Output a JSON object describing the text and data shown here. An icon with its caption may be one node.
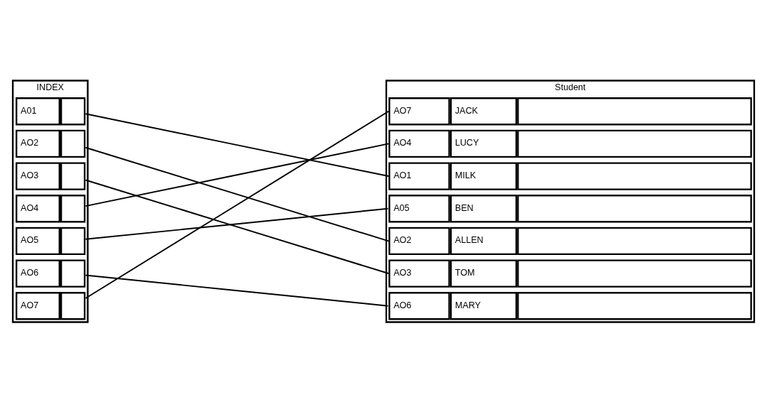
{
  "diagram": {
    "nodes": [
      {
        "text": [
          "INDEX"
        ]
      },
      {
        "text": [
          "A01"
        ],
        "in": 0
      },
      {
        "text": [
          "AO2"
        ],
        "in": 0
      },
      {
        "text": [
          "AO3"
        ],
        "in": 0
      },
      {
        "text": [
          "AO4"
        ],
        "in": 0
      },
      {
        "text": [
          "AO5"
        ],
        "in": 0
      },
      {
        "text": [
          "AO6"
        ],
        "in": 0
      },
      {
        "text": [
          "AO7"
        ],
        "in": 0
      },
      {
        "text": [
          "Student"
        ]
      },
      {
        "text": [
          "AO7",
          "JACK"
        ],
        "in": 8
      },
      {
        "text": [
          "AO4",
          "LUCY"
        ],
        "in": 8
      },
      {
        "text": [
          "AO1",
          "MILK"
        ],
        "in": 8
      },
      {
        "text": [
          "A05",
          "BEN"
        ],
        "in": 8
      },
      {
        "text": [
          "AO2",
          "ALLEN"
        ],
        "in": 8
      },
      {
        "text": [
          "AO3",
          "TOM"
        ],
        "in": 8
      },
      {
        "text": [
          "AO6",
          "MARY"
        ],
        "in": 8
      }
    ],
    "edges": [
      {
        "from": 1,
        "to": 11,
        "arrow": "none"
      },
      {
        "from": 2,
        "to": 13,
        "arrow": "none"
      },
      {
        "from": 3,
        "to": 14,
        "arrow": "none"
      },
      {
        "from": 4,
        "to": 10,
        "arrow": "none"
      },
      {
        "from": 5,
        "to": 12,
        "arrow": "none"
      },
      {
        "from": 6,
        "to": 15,
        "arrow": "none"
      },
      {
        "from": 7,
        "to": 9,
        "arrow": "none"
      }
    ]
  }
}
